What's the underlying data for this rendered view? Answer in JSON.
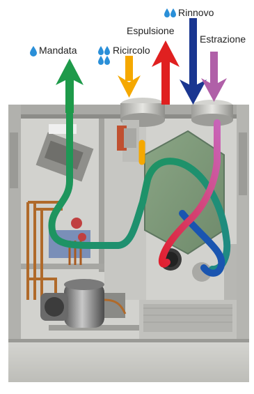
{
  "labels": {
    "mandata": "Mandata",
    "ricircolo": "Ricircolo",
    "espulsione": "Espulsione",
    "rinnovo": "Rinnovo",
    "estrazione": "Estrazione"
  },
  "colors": {
    "mandata": "#1e9a4a",
    "ricircolo": "#f5a800",
    "espulsione": "#e02020",
    "rinnovo": "#1a3690",
    "estrazione": "#b060a8",
    "water_drop": "#2a8fd8",
    "cabinet": "#c9c9c6",
    "exchanger": "#7f9a7a"
  },
  "icons": [
    "water-drop-icon",
    "arrow-up-icon",
    "arrow-down-icon"
  ]
}
